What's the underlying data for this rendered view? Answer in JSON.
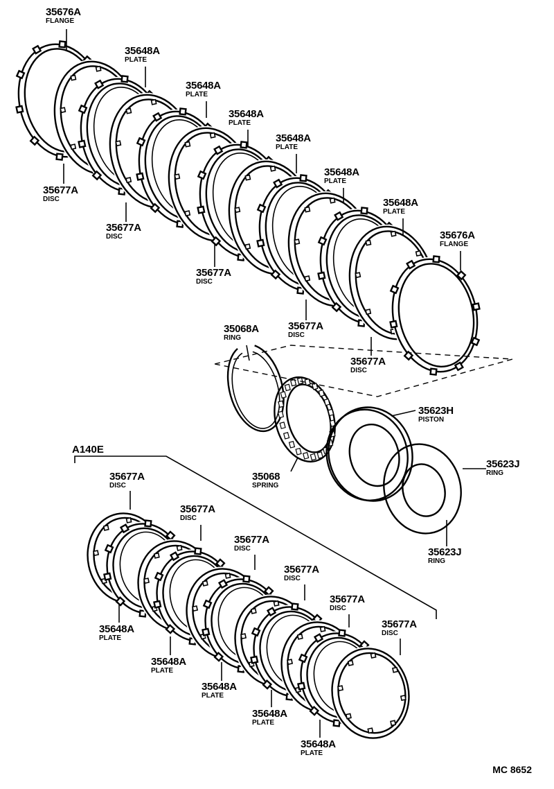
{
  "diagram_code": "MC 8652",
  "group_label": "A140E",
  "labels": [
    {
      "num": "35676A",
      "name": "FLANGE"
    },
    {
      "num": "35648A",
      "name": "PLATE"
    },
    {
      "num": "35648A",
      "name": "PLATE"
    },
    {
      "num": "35648A",
      "name": "PLATE"
    },
    {
      "num": "35648A",
      "name": "PLATE"
    },
    {
      "num": "35648A",
      "name": "PLATE"
    },
    {
      "num": "35648A",
      "name": "PLATE"
    },
    {
      "num": "35676A",
      "name": "FLANGE"
    },
    {
      "num": "35677A",
      "name": "DISC"
    },
    {
      "num": "35677A",
      "name": "DISC"
    },
    {
      "num": "35677A",
      "name": "DISC"
    },
    {
      "num": "35677A",
      "name": "DISC"
    },
    {
      "num": "35677A",
      "name": "DISC"
    },
    {
      "num": "35068A",
      "name": "RING"
    },
    {
      "num": "35623H",
      "name": "PISTON"
    },
    {
      "num": "35623J",
      "name": "RING"
    },
    {
      "num": "35068",
      "name": "SPRING"
    },
    {
      "num": "35623J",
      "name": "RING"
    },
    {
      "num": "35677A",
      "name": "DISC"
    },
    {
      "num": "35677A",
      "name": "DISC"
    },
    {
      "num": "35677A",
      "name": "DISC"
    },
    {
      "num": "35677A",
      "name": "DISC"
    },
    {
      "num": "35677A",
      "name": "DISC"
    },
    {
      "num": "35677A",
      "name": "DISC"
    },
    {
      "num": "35648A",
      "name": "PLATE"
    },
    {
      "num": "35648A",
      "name": "PLATE"
    },
    {
      "num": "35648A",
      "name": "PLATE"
    },
    {
      "num": "35648A",
      "name": "PLATE"
    },
    {
      "num": "35648A",
      "name": "PLATE"
    }
  ]
}
